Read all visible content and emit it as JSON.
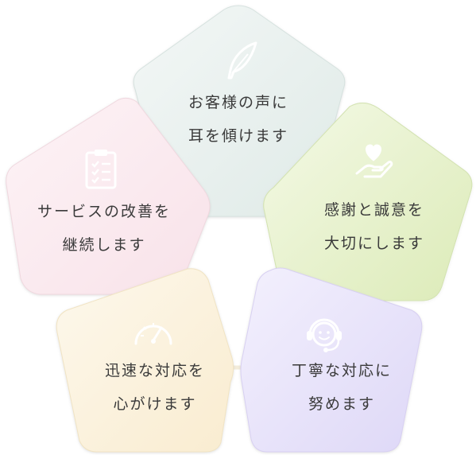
{
  "cards": {
    "top": {
      "line1": "お客様の声に",
      "line2": "耳を傾けます",
      "icon": "quill-pen-icon",
      "color": "#e7f0ee"
    },
    "right": {
      "line1": "感謝と誠意を",
      "line2": "大切にします",
      "icon": "heart-in-hand-icon",
      "color": "#e8f2cf"
    },
    "left": {
      "line1": "サービスの改善を",
      "line2": "継続します",
      "icon": "clipboard-checklist-icon",
      "color": "#fbe9ee"
    },
    "bottom_left": {
      "line1": "迅速な対応を",
      "line2": "心がけます",
      "icon": "speedometer-icon",
      "color": "#fcf2dc"
    },
    "bottom_right": {
      "line1": "丁寧な対応に",
      "line2": "努めます",
      "icon": "support-headset-icon",
      "color": "#ebe6fb"
    }
  }
}
